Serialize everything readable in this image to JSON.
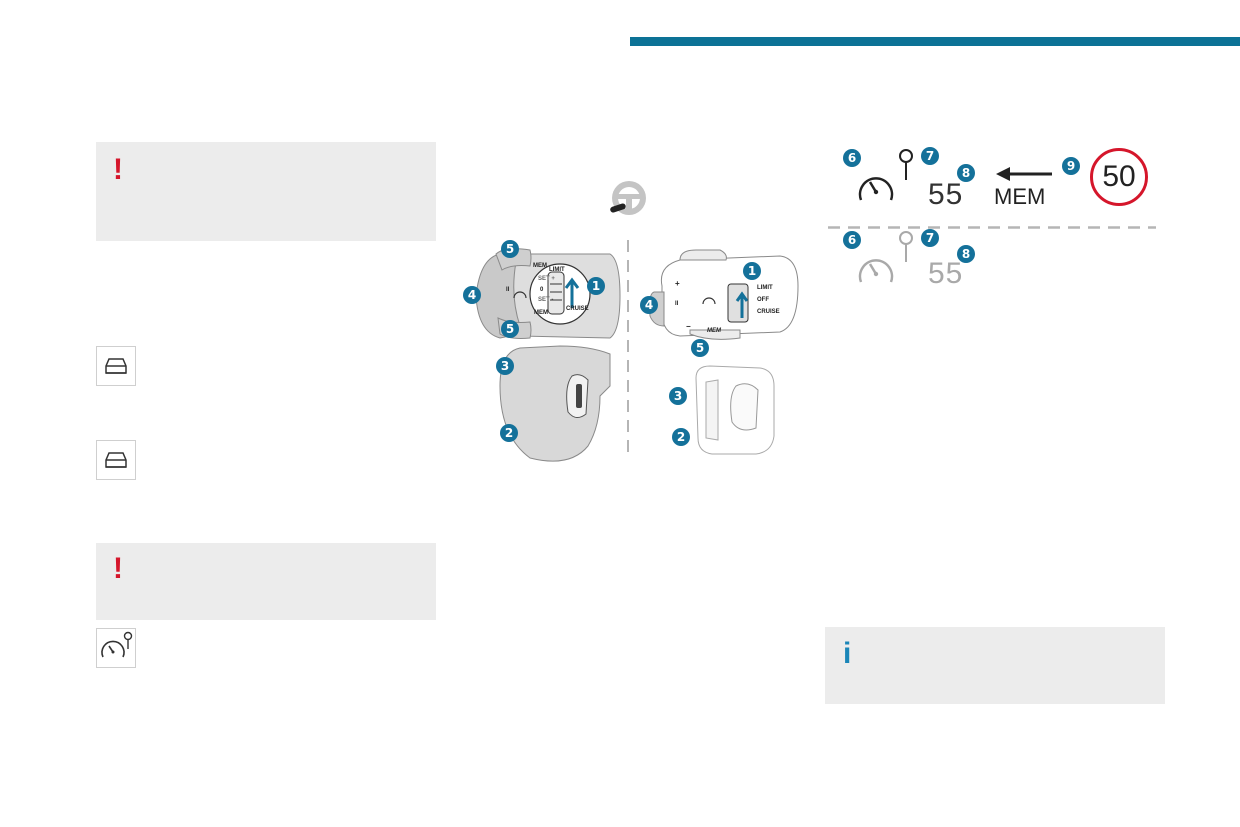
{
  "colors": {
    "accent": "#0c7296",
    "warning": "#d5162b",
    "info": "#1a86b8",
    "panel": "#ececec"
  },
  "warning_mark": "!",
  "info_mark": "i",
  "icons": {
    "car_front_1": "car-front-icon",
    "car_front_2": "car-front-icon",
    "speed_limiter": "speedometer-pin-icon",
    "steering_wheel": "steering-wheel-icon"
  },
  "stalk_left": {
    "callouts": [
      "5",
      "4",
      "5",
      "1",
      "3",
      "2"
    ],
    "labels": {
      "mem_top": "MEM",
      "mem_bottom": "MEM",
      "set_plus": "SET +",
      "set_minus": "SET -",
      "limit": "LIMIT",
      "cruise": "CRUISE",
      "zero": "0",
      "pause": "II"
    }
  },
  "stalk_right": {
    "callouts": [
      "1",
      "4",
      "5",
      "3",
      "2"
    ],
    "labels": {
      "limit": "LIMIT",
      "off": "OFF",
      "cruise": "CRUISE",
      "mem": "MEM",
      "plus": "+",
      "minus": "−",
      "pause": "II"
    }
  },
  "display_active": {
    "callouts": [
      "6",
      "7",
      "8",
      "9"
    ],
    "speed": "55",
    "mem_label": "MEM",
    "limit_sign": "50"
  },
  "display_inactive": {
    "callouts": [
      "6",
      "7",
      "8"
    ],
    "speed": "55"
  }
}
